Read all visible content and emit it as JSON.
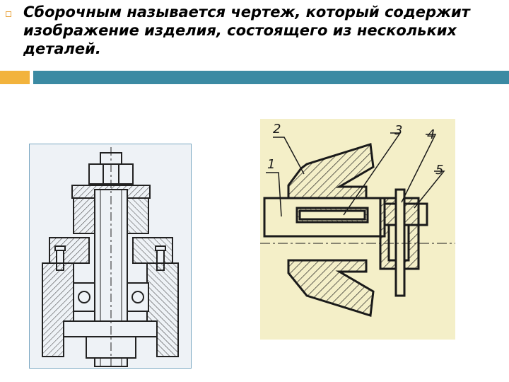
{
  "slide": {
    "text": "Сборочным называется чертеж, который содержит изображение изделия, состоящего из нескольких деталей.",
    "bullet_color": "#e8a33d",
    "bar_left_color": "#f2b33d",
    "bar_right_color": "#3b8aa3"
  },
  "drawing_right": {
    "labels": [
      "1",
      "2",
      "3",
      "4",
      "5"
    ]
  }
}
